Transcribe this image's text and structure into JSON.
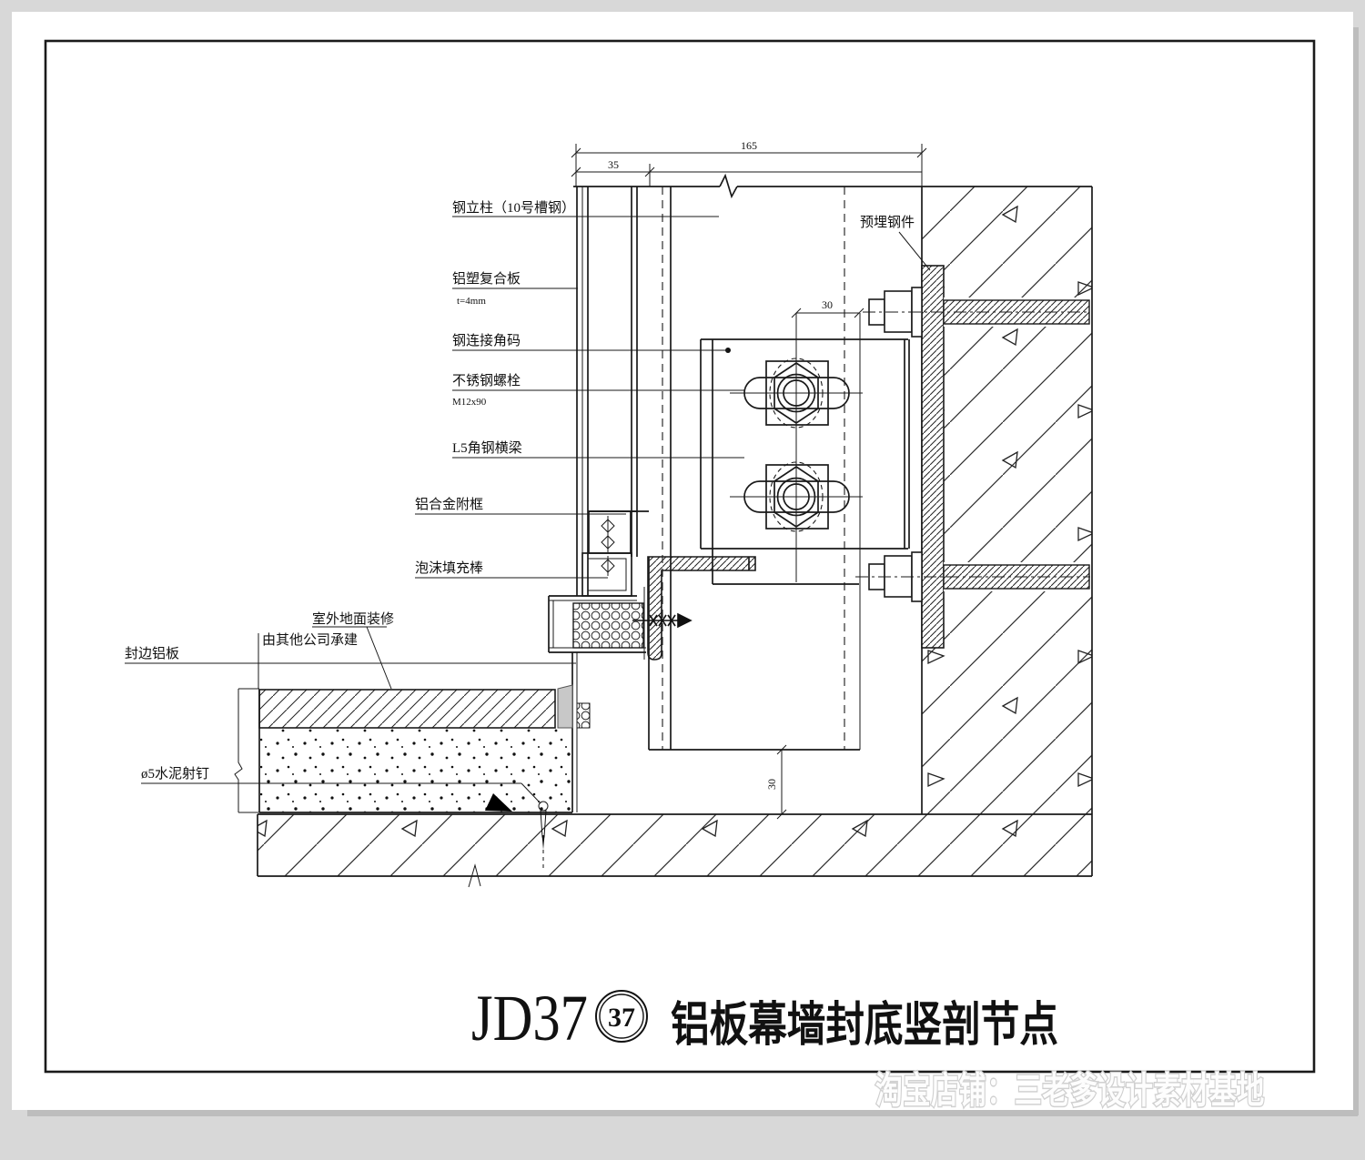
{
  "page": {
    "background": "#d8d8d8",
    "sheet_color": "#ffffff",
    "frame_color": "#1a1a1a",
    "line_color": "#1a1a1a"
  },
  "labels": {
    "steel_column": "钢立柱（10号槽钢）",
    "acp": "铝塑复合板",
    "acp_thickness": "t=4mm",
    "steel_angle": "钢连接角码",
    "ss_bolt": "不锈钢螺栓",
    "ss_bolt_spec": "M12x90",
    "l5_beam": "L5角钢横梁",
    "al_subframe": "铝合金附框",
    "foam_rod": "泡沫填充棒",
    "outdoor_finish": "室外地面装修",
    "by_others": "由其他公司承建",
    "edge_al_plate": "封边铝板",
    "cement_nail": "ø5水泥射钉",
    "embedded_steel": "预埋钢件"
  },
  "dimensions": {
    "overall": "165",
    "panel_offset": "35",
    "bolt_offset": "30",
    "bottom_gap": "30"
  },
  "title_block": {
    "code": "JD37",
    "number": "37",
    "name": "铝板幕墙封底竖剖节点"
  },
  "watermark": "淘宝店铺：三老爹设计素材基地"
}
